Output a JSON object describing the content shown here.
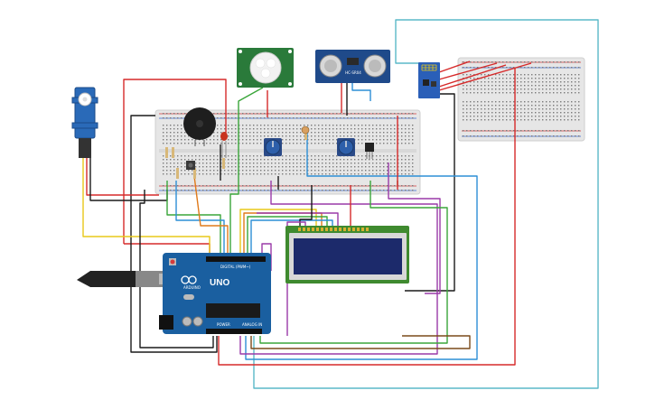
{
  "components": {
    "arduino": {
      "model_label": "UNO",
      "brand_label": "ARDUINO",
      "digital_label": "DIGITAL (PWM~)",
      "power_label": "POWER",
      "analog_label": "ANALOG IN"
    },
    "pir_sensor": {},
    "ultrasonic": {
      "label": "HC-SR04"
    },
    "esp_module": {},
    "lcd": {},
    "servo": {},
    "buzzer": {},
    "potentiometers": [
      {},
      {}
    ],
    "breadboard_main": {},
    "breadboard_small": {}
  },
  "colors": {
    "board_blue": "#1a5fa0",
    "breadboard": "#e6e6e6",
    "lcd_bezel": "#3f8a2f",
    "lcd_screen": "#1c2a6b",
    "pir_board": "#2a7a3a",
    "ultrasonic_board": "#1f4a8a",
    "esp_board": "#2a5fb8",
    "wire_red": "#d62a2a",
    "wire_black": "#1a1a1a",
    "wire_blue": "#2d8fd6",
    "wire_green": "#3aa63a",
    "wire_yellow": "#e8c81a",
    "wire_purple": "#9a3aa8",
    "wire_orange": "#e07a1a",
    "wire_teal": "#5ab8c8",
    "wire_brown": "#7a4a1a"
  }
}
